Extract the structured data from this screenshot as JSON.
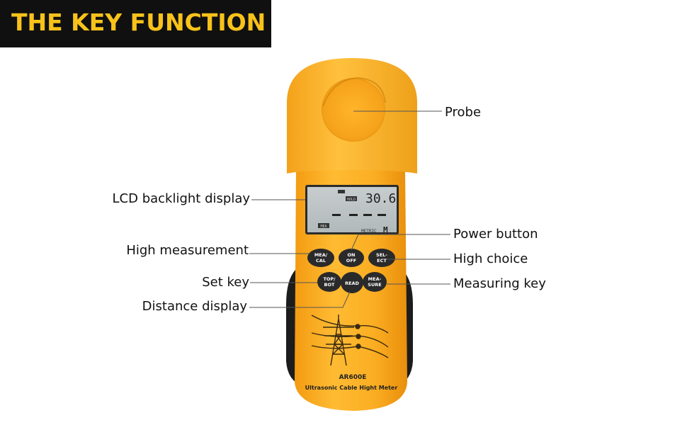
{
  "banner": {
    "title": "THE KEY FUNCTION"
  },
  "device": {
    "model": "AR600E",
    "name": "Ultrasonic Cable Hight Meter",
    "lcd": {
      "reading": "30.6",
      "hold_indicator": "HOLD",
      "mode_indicator": "MEA",
      "unit_system": "METRIC",
      "unit": "M"
    },
    "buttons": {
      "mea_cal": [
        "MEA/",
        "CAL"
      ],
      "on_off": [
        "ON",
        "OFF"
      ],
      "select": [
        "SEL-",
        "ECT"
      ],
      "top_bot": [
        "TOP/",
        "BOT"
      ],
      "read": [
        "READ"
      ],
      "measure": [
        "MEA-",
        "SURE"
      ]
    },
    "colors": {
      "body": "#f6a91c",
      "buttons": "#2a2a2a",
      "grip": "#1a1a1a",
      "lcd": "#bfc6c8"
    }
  },
  "callouts": {
    "probe": "Probe",
    "lcd_backlight": "LCD backlight display",
    "power_button": "Power button",
    "high_measurement": "High measurement",
    "high_choice": "High choice",
    "set_key": "Set key",
    "measuring_key": "Measuring key",
    "distance_display": "Distance display"
  }
}
